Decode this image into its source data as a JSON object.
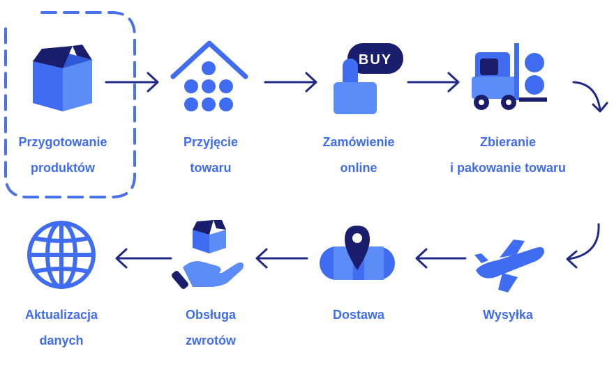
{
  "steps": [
    {
      "id": "prep",
      "lines": [
        "Przygotowanie",
        "produktów"
      ],
      "icon": "box-icon",
      "highlighted": true
    },
    {
      "id": "receipt",
      "lines": [
        "Przyjęcie",
        "towaru"
      ],
      "icon": "warehouse-icon"
    },
    {
      "id": "order",
      "lines": [
        "Zamówienie",
        "online"
      ],
      "icon": "buy-button-icon"
    },
    {
      "id": "picking",
      "lines": [
        "Zbieranie",
        "i pakowanie towaru"
      ],
      "icon": "forklift-icon"
    },
    {
      "id": "shipping",
      "lines": [
        "Wysyłka"
      ],
      "icon": "airplane-icon"
    },
    {
      "id": "delivery",
      "lines": [
        "Dostawa"
      ],
      "icon": "map-pin-icon"
    },
    {
      "id": "returns",
      "lines": [
        "Obsługa",
        "zwrotów"
      ],
      "icon": "hand-box-icon"
    },
    {
      "id": "update",
      "lines": [
        "Aktualizacja",
        "danych"
      ],
      "icon": "globe-icon"
    }
  ],
  "buy_label": "BUY",
  "colors": {
    "primary": "#3f6cf0",
    "light": "#5b8cf7",
    "dark": "#1a1d6b",
    "arrow": "#1f2a86",
    "dash": "#4a73ea"
  }
}
